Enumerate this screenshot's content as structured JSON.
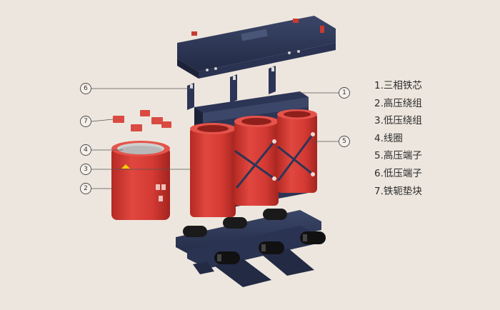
{
  "callouts": [
    "1",
    "2",
    "3",
    "4",
    "5",
    "6",
    "7"
  ],
  "legend": {
    "items": [
      "1.三相铁芯",
      "2.高压绕组",
      "3.低压绕组",
      "4.线圈",
      "5.高压端子",
      "6.低压端子",
      "7.铁轭垫块"
    ]
  },
  "colors": {
    "background": "#ede6de",
    "coil_red": "#d63a33",
    "core_navy": "#2c3556",
    "insulator_black": "#1a1a1a"
  }
}
